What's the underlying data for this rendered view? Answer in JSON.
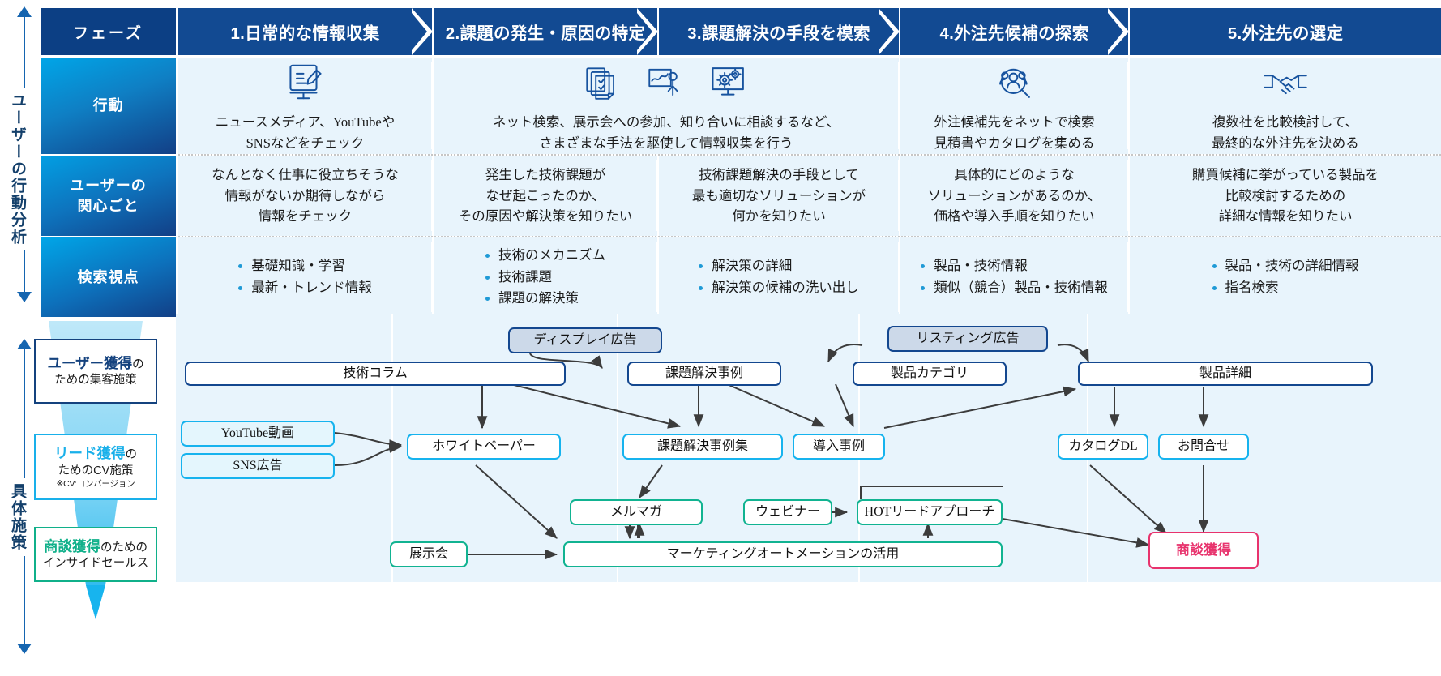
{
  "axes": {
    "upper_label": "ユーザーの行動分析",
    "lower_label": "具体施策"
  },
  "matrix": {
    "header_row_label": "フェーズ",
    "phases": [
      "1.日常的な情報収集",
      "2.課題の発生・原因の特定",
      "3.課題解決の手段を模索",
      "4.外注先候補の探索",
      "5.外注先の選定"
    ],
    "rows": [
      {
        "label": "行動",
        "cells": [
          "ニュースメディア、YouTubeや\nSNSなどをチェック",
          "ネット検索、展示会への参加、知り合いに相談するなど、\nさまざまな手法を駆使して情報収集を行う",
          "",
          "外注候補先をネットで検索\n見積書やカタログを集める",
          "複数社を比較検討して、\n最終的な外注先を決める"
        ],
        "icons": [
          [
            "monitor-pencil-icon"
          ],
          [
            "documents-checklist-icon",
            "presentation-person-icon",
            "monitor-gears-icon"
          ],
          [],
          [
            "people-search-icon"
          ],
          [
            "handshake-icon"
          ]
        ]
      },
      {
        "label": "ユーザーの\n関心ごと",
        "cells": [
          "なんとなく仕事に役立ちそうな\n情報がないか期待しながら\n情報をチェック",
          "発生した技術課題が\nなぜ起こったのか、\nその原因や解決策を知りたい",
          "技術課題解決の手段として\n最も適切なソリューションが\n何かを知りたい",
          "具体的にどのような\nソリューションがあるのか、\n価格や導入手順を知りたい",
          "購買候補に挙がっている製品を\n比較検討するための\n詳細な情報を知りたい"
        ]
      },
      {
        "label": "検索視点",
        "bullets": [
          [
            "基礎知識・学習",
            "最新・トレンド情報"
          ],
          [
            "技術のメカニズム",
            "技術課題",
            "課題の解決策"
          ],
          [
            "解決策の詳細",
            "解決策の候補の洗い出し"
          ],
          [
            "製品・技術情報",
            "類似（競合）製品・技術情報"
          ],
          [
            "製品・技術の詳細情報",
            "指名検索"
          ]
        ]
      }
    ]
  },
  "funnel": [
    {
      "strong": "ユーザー獲得",
      "rest": "の",
      "sub": "ための集客施策",
      "note": ""
    },
    {
      "strong": "リード獲得",
      "rest": "の",
      "sub": "ためのCV施策",
      "note": "※CV:コンバージョン"
    },
    {
      "strong": "商談獲得",
      "rest": "のための",
      "sub": "インサイドセールス",
      "note": ""
    }
  ],
  "flow": {
    "nodes": [
      {
        "id": "display-ad",
        "label": "ディスプレイ広告",
        "style": "n-ad"
      },
      {
        "id": "listing-ad",
        "label": "リスティング広告",
        "style": "n-ad"
      },
      {
        "id": "tech-column",
        "label": "技術コラム",
        "style": "n-navy"
      },
      {
        "id": "case-example",
        "label": "課題解決事例",
        "style": "n-navy"
      },
      {
        "id": "product-cat",
        "label": "製品カテゴリ",
        "style": "n-navy"
      },
      {
        "id": "product-detail",
        "label": "製品詳細",
        "style": "n-navy"
      },
      {
        "id": "youtube",
        "label": "YouTube動画",
        "style": "n-cyan"
      },
      {
        "id": "sns-ad",
        "label": "SNS広告",
        "style": "n-cyan"
      },
      {
        "id": "whitepaper",
        "label": "ホワイトペーパー",
        "style": "n-cyan-w"
      },
      {
        "id": "case-book",
        "label": "課題解決事例集",
        "style": "n-cyan-w"
      },
      {
        "id": "intro-case",
        "label": "導入事例",
        "style": "n-cyan-w"
      },
      {
        "id": "catalog-dl",
        "label": "カタログDL",
        "style": "n-cyan-w"
      },
      {
        "id": "contact",
        "label": "お問合せ",
        "style": "n-cyan-w"
      },
      {
        "id": "mailmag",
        "label": "メルマガ",
        "style": "n-green"
      },
      {
        "id": "webinar",
        "label": "ウェビナー",
        "style": "n-green"
      },
      {
        "id": "hot-lead",
        "label": "HOTリードアプローチ",
        "style": "n-green"
      },
      {
        "id": "exhibition",
        "label": "展示会",
        "style": "n-green"
      },
      {
        "id": "ma",
        "label": "マーケティングオートメーションの活用",
        "style": "n-green"
      },
      {
        "id": "deal",
        "label": "商談獲得",
        "style": "n-goal"
      }
    ]
  },
  "colors": {
    "header_navy": "#124a92",
    "rowlabel_navy": "#0c3f84",
    "cell_bg": "#e8f4fc",
    "accent_cyan": "#16b3ee",
    "accent_green": "#11b391",
    "accent_pink": "#e8336d"
  }
}
